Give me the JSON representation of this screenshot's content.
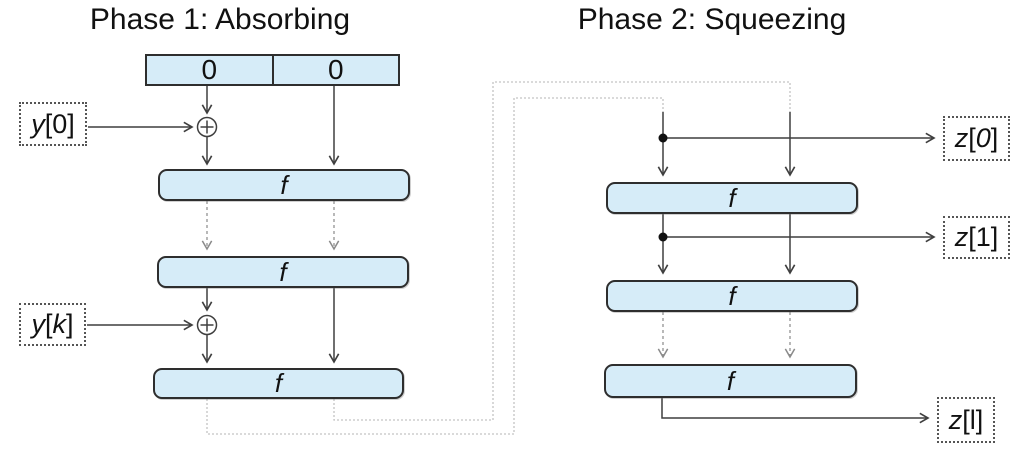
{
  "diagram": {
    "phase1": {
      "title": "Phase 1: Absorbing",
      "state_register": {
        "cells": [
          "0",
          "0"
        ]
      },
      "round_function_label": "f",
      "inputs": [
        {
          "var": "y",
          "open": "[",
          "index": "0",
          "close": "]"
        },
        {
          "var": "y",
          "open": "[",
          "index": "k",
          "close": "]"
        }
      ]
    },
    "phase2": {
      "title": "Phase 2: Squeezing",
      "round_function_label": "f",
      "outputs": [
        {
          "var": "z",
          "open": "[",
          "index": "0",
          "close": "]"
        },
        {
          "var": "z",
          "open": "[",
          "index": "1",
          "close": "]"
        },
        {
          "var": "z",
          "open": "[",
          "index": "l",
          "close": "]"
        }
      ]
    },
    "icons": {
      "xor": "circle-plus",
      "branch": "filled-dot"
    },
    "colors": {
      "box_fill": "#d6ecf8",
      "box_border": "#2e2e2e",
      "line_dark": "#3f3f3f",
      "line_gray": "#8a8a8a",
      "line_light": "#c4c4c4"
    }
  }
}
